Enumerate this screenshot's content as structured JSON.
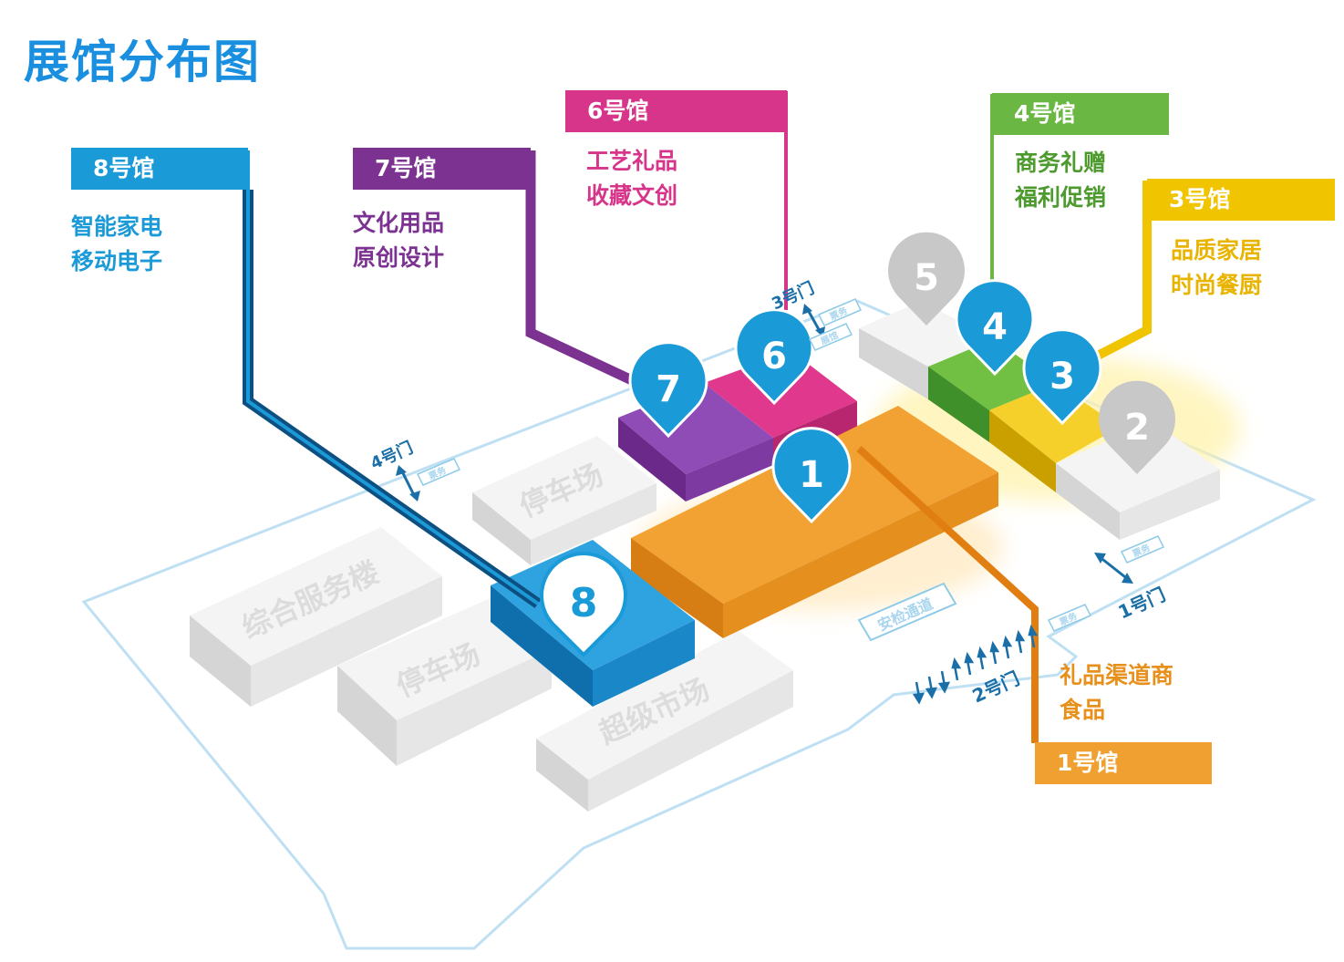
{
  "title": "展馆分布图",
  "halls": [
    {
      "id": "h8",
      "label": "8号馆",
      "lines": [
        "智能家电",
        "移动电子"
      ],
      "color": "#1b9ad8",
      "marker": "8"
    },
    {
      "id": "h7",
      "label": "7号馆",
      "lines": [
        "文化用品",
        "原创设计"
      ],
      "color": "#7b3290",
      "marker": "7"
    },
    {
      "id": "h6",
      "label": "6号馆",
      "lines": [
        "工艺礼品",
        "收藏文创"
      ],
      "color": "#d6358a",
      "marker": "6"
    },
    {
      "id": "h4",
      "label": "4号馆",
      "lines": [
        "商务礼赠",
        "福利促销"
      ],
      "color": "#6ab843",
      "marker": "4"
    },
    {
      "id": "h3",
      "label": "3号馆",
      "lines": [
        "品质家居",
        "时尚餐厨"
      ],
      "color": "#f1c400",
      "marker": "3"
    },
    {
      "id": "h1",
      "label": "1号馆",
      "lines": [
        "礼品渠道商",
        "食品"
      ],
      "color": "#f0a030",
      "marker": "1"
    }
  ],
  "inactive_markers": [
    "5",
    "2"
  ],
  "buildings": {
    "parking_a": "停车场",
    "parking_b": "停车场",
    "service": "综合服务楼",
    "supermarket": "超级市场"
  },
  "gates": {
    "gate1": "1号门",
    "gate2": "2号门",
    "gate3": "3号门",
    "gate4": "4号门"
  },
  "tags": {
    "security": "安检通道",
    "ticket": "票务",
    "entrance": "展馆"
  },
  "colors": {
    "title": "#1a8fe0",
    "marker": "#1b9ad8",
    "inactive_marker": "#c8c8c8",
    "building": "#eeeeee",
    "outline": "#bfe0f3"
  }
}
